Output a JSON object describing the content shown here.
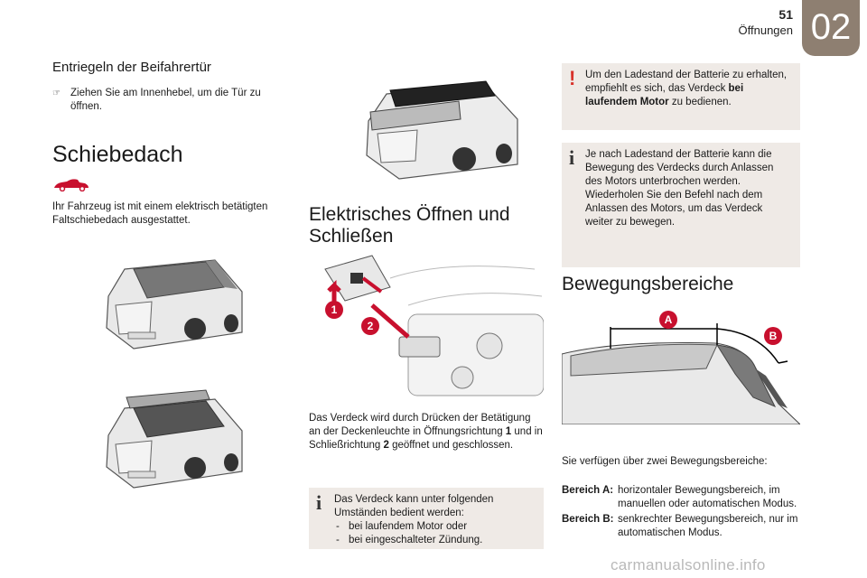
{
  "header": {
    "page_number": "51",
    "chapter_name": "Öffnungen",
    "chapter_number": "02"
  },
  "col1": {
    "subheading": "Entriegeln der Beifahrertür",
    "bullet_text": "Ziehen Sie am Innenhebel, um die Tür zu öffnen.",
    "heading": "Schiebedach",
    "intro": "Ihr Fahrzeug ist mit einem elektrisch betätigten Faltschiebedach ausgestattet."
  },
  "col2": {
    "heading": "Elektrisches Öffnen und Schließen",
    "control_labels": [
      "1",
      "2"
    ],
    "text_before": "Das Verdeck wird durch Drücken der Betätigung an der Deckenleuchte in Öffnungsrichtung ",
    "text_bold1": "1",
    "text_middle": " und in Schließrichtung ",
    "text_bold2": "2",
    "text_after": " geöffnet und geschlossen.",
    "info_box": {
      "intro": "Das Verdeck kann unter folgenden Umständen bedient werden:",
      "items": [
        "bei laufendem Motor oder",
        "bei eingeschalteter Zündung."
      ]
    }
  },
  "col3": {
    "warning_box": {
      "text_before": "Um den Ladestand der Batterie zu erhalten, empfiehlt es sich, das Verdeck ",
      "text_bold": "bei laufendem Motor",
      "text_after": " zu bedienen."
    },
    "info_box": {
      "text": "Je nach Ladestand der Batterie kann die Bewegung des Verdecks durch Anlassen des Motors unterbrochen werden. Wiederholen Sie den Befehl nach dem Anlassen des Motors, um das Verdeck weiter zu bewegen."
    },
    "heading": "Bewegungsbereiche",
    "diagram_labels": [
      "A",
      "B"
    ],
    "intro": "Sie verfügen über zwei Bewegungsbereiche:",
    "definitions": [
      {
        "term": "Bereich A:",
        "desc": "horizontaler Bewegungsbereich, im manuellen oder automatischen Modus."
      },
      {
        "term": "Bereich B:",
        "desc": "senkrechter Bewegungsbereich, nur im automatischen Modus."
      }
    ]
  },
  "footer": {
    "watermark": "carmanualsonline.info"
  },
  "colors": {
    "chapter_box": "#8e7f71",
    "label_red": "#c8102e",
    "box_bg": "#efeae6",
    "warning": "#d8322b"
  },
  "icons": [
    "convertible-car-icon",
    "warning-icon",
    "info-icon",
    "bullet-arrow-icon"
  ]
}
